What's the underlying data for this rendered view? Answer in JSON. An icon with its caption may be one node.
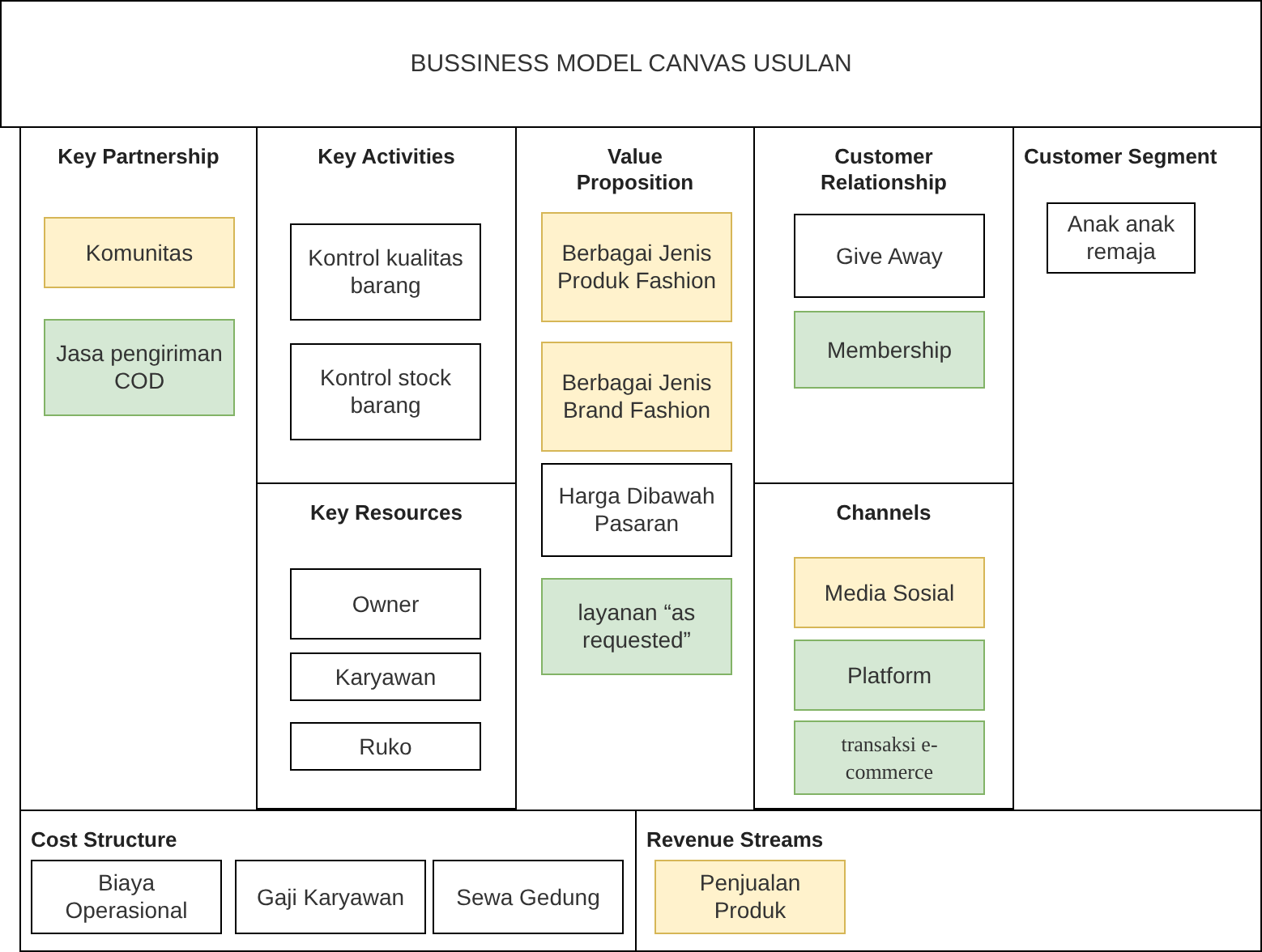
{
  "diagram": {
    "title": "BUSSINESS MODEL CANVAS USULAN",
    "nodes": [
      {
        "text": [
          "Key Partnership"
        ]
      },
      {
        "text": [
          "Komunitas"
        ],
        "in": 0
      },
      {
        "text": [
          "Jasa pengiriman COD"
        ],
        "in": 0
      },
      {
        "text": [
          "Key Activities"
        ]
      },
      {
        "text": [
          "Kontrol kualitas barang"
        ],
        "in": 3
      },
      {
        "text": [
          "Kontrol stock barang"
        ],
        "in": 3
      },
      {
        "text": [
          "Key Resources"
        ]
      },
      {
        "text": [
          "Owner"
        ],
        "in": 6
      },
      {
        "text": [
          "Karyawan"
        ],
        "in": 6
      },
      {
        "text": [
          "Ruko"
        ],
        "in": 6
      },
      {
        "text": [
          "Value Proposition"
        ]
      },
      {
        "text": [
          "Berbagai Jenis Produk Fashion"
        ],
        "in": 10
      },
      {
        "text": [
          "Berbagai Jenis Brand Fashion"
        ],
        "in": 10
      },
      {
        "text": [
          "Harga Dibawah Pasaran"
        ],
        "in": 10
      },
      {
        "text": [
          "layanan “as requested”"
        ],
        "in": 10
      },
      {
        "text": [
          "Customer Relationship"
        ]
      },
      {
        "text": [
          "Give Away"
        ],
        "in": 15
      },
      {
        "text": [
          "Membership"
        ],
        "in": 15
      },
      {
        "text": [
          "Channels"
        ]
      },
      {
        "text": [
          "Media Sosial"
        ],
        "in": 18
      },
      {
        "text": [
          "Platform"
        ],
        "in": 18
      },
      {
        "text": [
          "transaksi e-commerce"
        ],
        "in": 18
      },
      {
        "text": [
          "Customer Segment"
        ]
      },
      {
        "text": [
          "Anak anak remaja"
        ],
        "in": 22
      },
      {
        "text": [
          "Cost Structure"
        ]
      },
      {
        "text": [
          "Biaya Operasional"
        ],
        "in": 24
      },
      {
        "text": [
          "Gaji Karyawan"
        ],
        "in": 24
      },
      {
        "text": [
          "Sewa Gedung"
        ],
        "in": 24
      },
      {
        "text": [
          "Revenue Streams"
        ]
      },
      {
        "text": [
          "Penjualan Produk"
        ],
        "in": 28
      }
    ],
    "edges": []
  }
}
